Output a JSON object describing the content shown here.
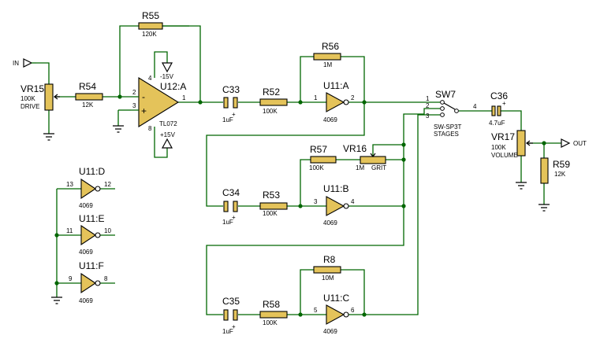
{
  "colors": {
    "wire": "#006600",
    "part_fill": "#e4c35a",
    "outline": "#000000",
    "background": "#ffffff"
  },
  "ports": {
    "in": "IN",
    "out": "OUT"
  },
  "resistors": {
    "r55": {
      "ref": "R55",
      "value": "120K"
    },
    "r54": {
      "ref": "R54",
      "value": "12K"
    },
    "r52": {
      "ref": "R52",
      "value": "100K"
    },
    "r56": {
      "ref": "R56",
      "value": "1M"
    },
    "r57": {
      "ref": "R57",
      "value": "100K"
    },
    "r53": {
      "ref": "R53",
      "value": "100K"
    },
    "r8": {
      "ref": "R8",
      "value": "10M"
    },
    "r58": {
      "ref": "R58",
      "value": "100K"
    },
    "r59": {
      "ref": "R59",
      "value": "12K"
    }
  },
  "pots": {
    "vr15": {
      "ref": "VR15",
      "value": "100K",
      "label": "DRIVE"
    },
    "vr16": {
      "ref": "VR16",
      "value": "1M",
      "label": "GRIT"
    },
    "vr17": {
      "ref": "VR17",
      "value": "100K",
      "label": "VOLUME"
    }
  },
  "caps": {
    "c33": {
      "ref": "C33",
      "value": "1uF"
    },
    "c34": {
      "ref": "C34",
      "value": "1uF"
    },
    "c35": {
      "ref": "C35",
      "value": "1uF"
    },
    "c36": {
      "ref": "C36",
      "value": "4.7uF"
    }
  },
  "opamp": {
    "ref": "U12:A",
    "part": "TL072",
    "neg_supply": "-15V",
    "pos_supply": "+15V",
    "pins": {
      "inv": "2",
      "noninv": "3",
      "out": "1",
      "vneg": "4",
      "vpos": "8"
    }
  },
  "inverters": {
    "u11a": {
      "ref": "U11:A",
      "part": "4069",
      "in": "1",
      "out": "2"
    },
    "u11b": {
      "ref": "U11:B",
      "part": "4069",
      "in": "3",
      "out": "4"
    },
    "u11c": {
      "ref": "U11:C",
      "part": "4069",
      "in": "5",
      "out": "6"
    },
    "u11d": {
      "ref": "U11:D",
      "part": "4069",
      "in": "13",
      "out": "12"
    },
    "u11e": {
      "ref": "U11:E",
      "part": "4069",
      "in": "11",
      "out": "10"
    },
    "u11f": {
      "ref": "U11:F",
      "part": "4069",
      "in": "9",
      "out": "8"
    }
  },
  "switch": {
    "ref": "SW7",
    "type": "SW-SP3T",
    "label": "STAGES",
    "pins": {
      "p1": "1",
      "p2": "2",
      "p3": "3",
      "p4": "4"
    }
  },
  "cap_plus": "+",
  "op_minus": "-",
  "op_plus": "+"
}
